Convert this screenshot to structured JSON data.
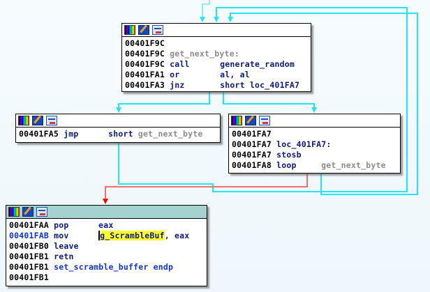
{
  "colors": {
    "edge_cyan": "#22e6f2",
    "edge_red": "#f07070",
    "current_title": "#a3d2d0",
    "highlight": "#ffff2e",
    "mnemonic": "#0f1a80",
    "label_gray": "#8c8c8c",
    "selected_addr": "#1033d8"
  },
  "blocks": {
    "get_next_byte": {
      "icons": [
        "color-palette-icon",
        "edit-block-icon",
        "graph-view-icon"
      ],
      "lines": [
        {
          "addr": "00401F9C",
          "mnemonic": "",
          "operand": ""
        },
        {
          "addr": "00401F9C",
          "label": "get_next_byte:"
        },
        {
          "addr": "00401F9C",
          "mnemonic": "call",
          "operand": "generate_random"
        },
        {
          "addr": "00401FA1",
          "mnemonic": "or",
          "operand": "al, al"
        },
        {
          "addr": "00401FA3",
          "mnemonic": "jnz",
          "operand": "short loc_401FA7"
        }
      ]
    },
    "jmp_block": {
      "lines": [
        {
          "addr": "00401FA5",
          "mnemonic": "jmp",
          "operand_prefix": "short",
          "operand_ref": "get_next_byte"
        }
      ]
    },
    "loc_401FA7": {
      "lines": [
        {
          "addr": "00401FA7"
        },
        {
          "addr": "00401FA7",
          "label": "loc_401FA7:"
        },
        {
          "addr": "00401FA7",
          "mnemonic": "stosb"
        },
        {
          "addr": "00401FA8",
          "mnemonic": "loop",
          "operand_ref": "get_next_byte"
        }
      ]
    },
    "exit_block": {
      "lines": [
        {
          "addr": "00401FAA",
          "mnemonic": "pop",
          "operand": "eax"
        },
        {
          "addr": "00401FAB",
          "mnemonic": "mov",
          "operand_hl": "g_ScrambleBuf",
          "operand_rest": ", eax"
        },
        {
          "addr": "00401FB0",
          "mnemonic": "leave"
        },
        {
          "addr": "00401FB1",
          "mnemonic": "retn"
        },
        {
          "addr": "00401FB1",
          "mnemonic": "set_scramble_buffer endp"
        },
        {
          "addr": "00401FB1"
        }
      ]
    }
  }
}
